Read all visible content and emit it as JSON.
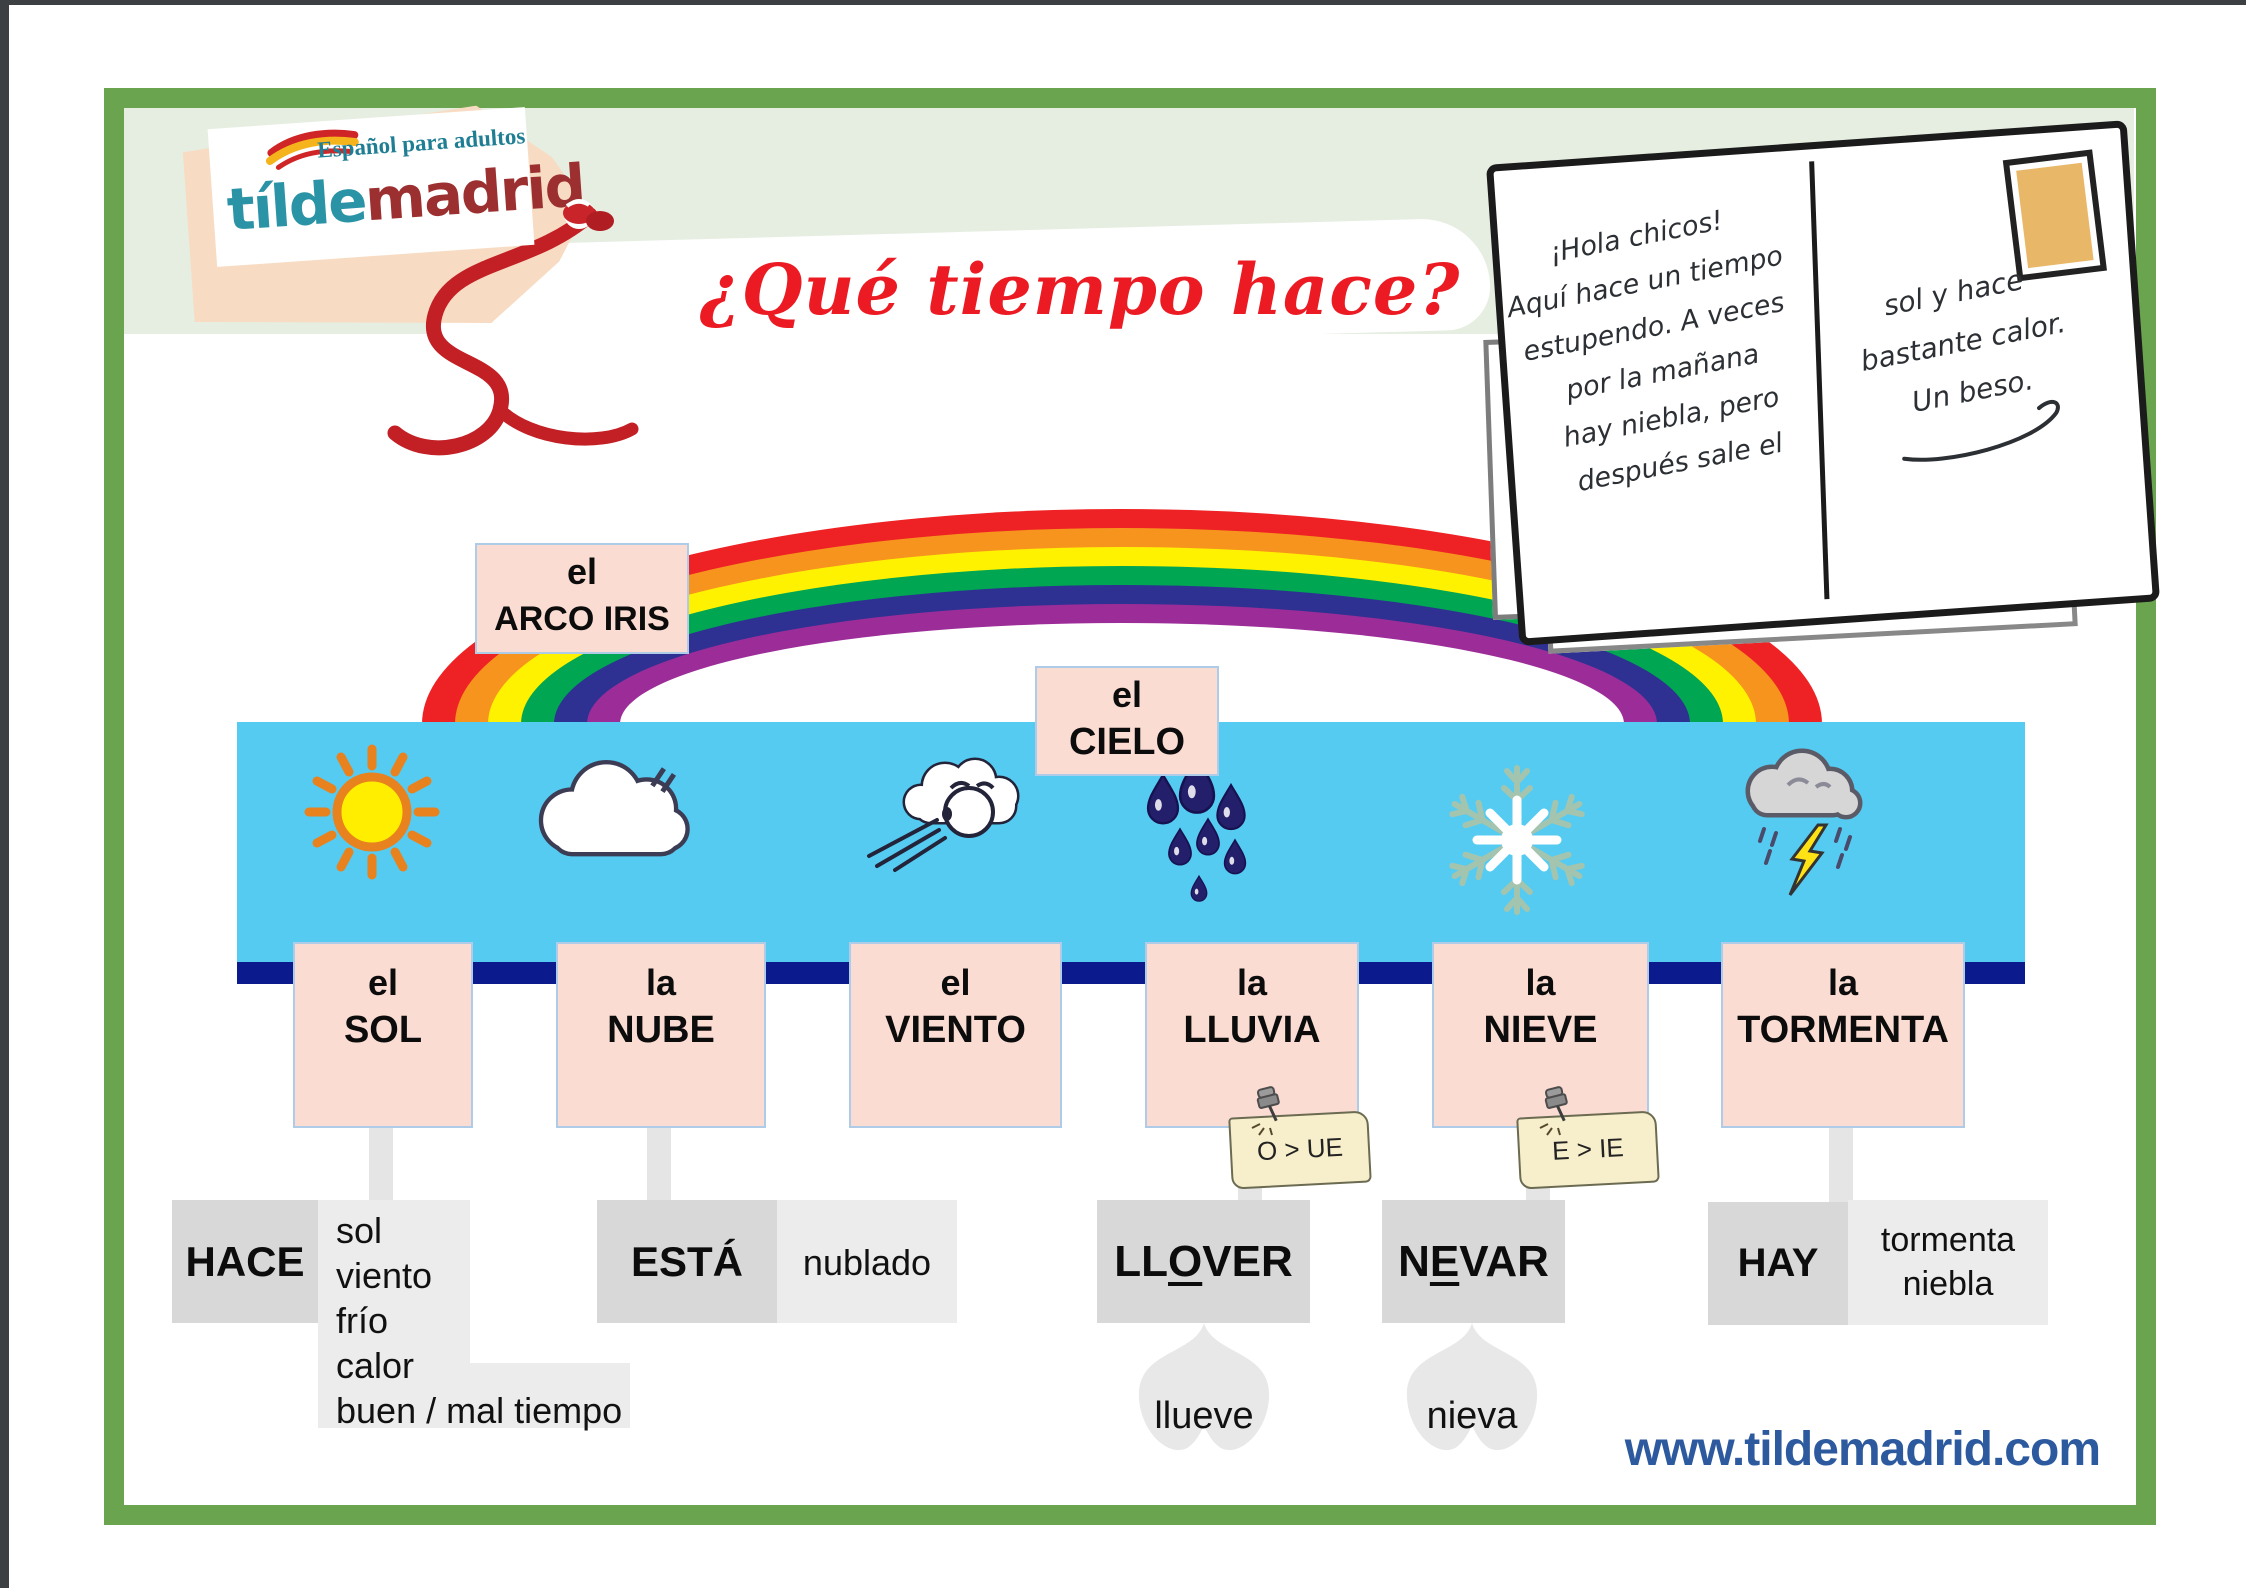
{
  "branding": {
    "tagline": "Español para adultos",
    "logo_primary": "tílde",
    "logo_secondary": "madrid",
    "flag_icon": "spain-flag-swoosh",
    "ribbon_icon": "red-ribbon",
    "website": "www.tildemadrid.com"
  },
  "title": "¿Qué tiempo hace?",
  "postcard": {
    "stamp_icon": "postage-stamp",
    "left_lines": [
      "¡Hola chicos!",
      "Aquí hace un tiempo",
      "estupendo. A veces",
      "por la mañana",
      "hay niebla, pero",
      "después sale el"
    ],
    "right_lines": [
      "sol y hace",
      "bastante calor.",
      "Un beso."
    ]
  },
  "sky_labels": {
    "rainbow": {
      "article": "el",
      "noun": "ARCO IRIS"
    },
    "sky": {
      "article": "el",
      "noun": "CIELO"
    }
  },
  "weather_items": [
    {
      "article": "el",
      "noun": "SOL",
      "icon": "sun-icon"
    },
    {
      "article": "la",
      "noun": "NUBE",
      "icon": "cloud-icon"
    },
    {
      "article": "el",
      "noun": "VIENTO",
      "icon": "wind-icon"
    },
    {
      "article": "la",
      "noun": "LLUVIA",
      "icon": "rain-icon"
    },
    {
      "article": "la",
      "noun": "NIEVE",
      "icon": "snowflake-icon"
    },
    {
      "article": "la",
      "noun": "TORMENTA",
      "icon": "storm-cloud-icon"
    }
  ],
  "grammar_notes": [
    {
      "text": "O > UE",
      "icon": "pushpin-icon"
    },
    {
      "text": "E > IE",
      "icon": "pushpin-icon"
    }
  ],
  "verb_groups": {
    "hace": {
      "verb": "HACE",
      "complements": [
        "sol",
        "viento",
        "frío",
        "calor",
        "buen / mal tiempo"
      ]
    },
    "esta": {
      "verb": "ESTÁ",
      "complement": "nublado"
    },
    "llover": {
      "pre": "LL",
      "vowel": "O",
      "post": "VER",
      "conjugation": "llueve"
    },
    "nevar": {
      "pre": "N",
      "vowel": "E",
      "post": "VAR",
      "conjugation": "nieva"
    },
    "hay": {
      "verb": "HAY",
      "complements": [
        "tormenta",
        "niebla"
      ]
    }
  },
  "colors": {
    "frame_green": "#6ba44e",
    "header_band": "#e6eee1",
    "sky_blue": "#55cbf2",
    "navy_divider": "#0b1b8e",
    "label_pink": "#fadcd2",
    "label_border_blue": "#aecbe8",
    "title_red": "#ec1b23",
    "url_blue": "#2d5a9e",
    "verb_gray": "#d8d8d8",
    "complement_gray": "#ececec",
    "rainbow": [
      "#ee2224",
      "#f7941d",
      "#fff200",
      "#00a651",
      "#2e3192",
      "#9c2d98"
    ]
  }
}
